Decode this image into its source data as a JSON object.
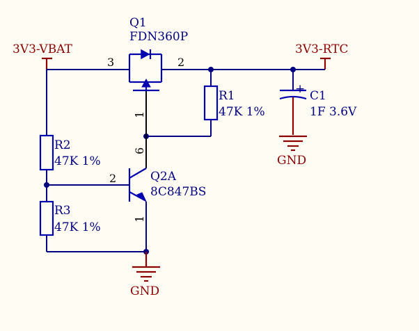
{
  "nets": {
    "vbat": "3V3-VBAT",
    "rtc": "3V3-RTC",
    "gnd_right": "GND",
    "gnd_bottom": "GND"
  },
  "components": {
    "q1": {
      "designator": "Q1",
      "part": "FDN360P",
      "pins": [
        "3",
        "2",
        "1"
      ]
    },
    "r1": {
      "designator": "R1",
      "value": "47K 1%"
    },
    "c1": {
      "designator": "C1",
      "value": "1F 3.6V",
      "polarity": "+"
    },
    "r2": {
      "designator": "R2",
      "value": "47K 1%"
    },
    "r3": {
      "designator": "R3",
      "value": "47K 1%"
    },
    "q2a": {
      "designator": "Q2A",
      "part": "8C847BS",
      "pins": [
        "6",
        "2",
        "1"
      ]
    }
  },
  "colors": {
    "background": "#fffdf3",
    "wire": "#000080",
    "component": "#0000b0",
    "net_label": "#8b0000"
  }
}
